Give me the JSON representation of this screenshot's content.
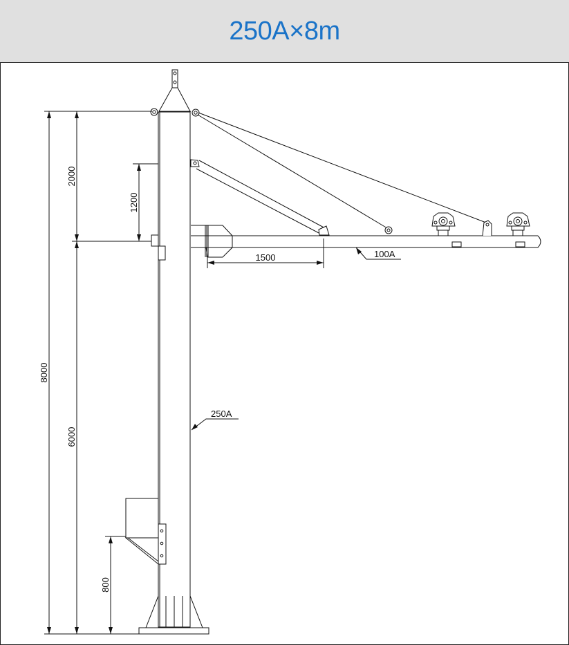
{
  "header": {
    "title": "250A×8m"
  },
  "drawing": {
    "dimensions": {
      "total_height": "8000",
      "upper_segment": "2000",
      "lower_segment": "6000",
      "brace_height": "1200",
      "boom_offset": "1500",
      "base_bracket_height": "800"
    },
    "labels": {
      "boom_pipe": "100A",
      "column_pipe": "250A"
    }
  },
  "colors": {
    "title": "#1a73c8",
    "header_bg": "#e0e0e0",
    "line": "#111111"
  }
}
